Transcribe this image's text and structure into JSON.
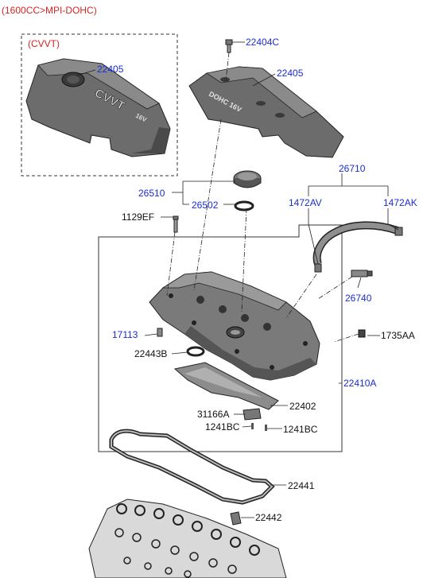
{
  "header": {
    "engine_spec": "(1600CC>MPI-DOHC)",
    "variant": "(CVVT)"
  },
  "cover_text": {
    "dohc": "DOHC 16V",
    "cvvt": "CVVT",
    "v16": "16V"
  },
  "colors": {
    "link_text": "#1a2bd6",
    "plain_text": "#111111",
    "header_text": "#d8231f"
  },
  "parts": {
    "cover_cvvt": "22405",
    "bolt_cover": "22404C",
    "cover_dohc": "22405",
    "breather_hose": "26710",
    "filler_cap_assy": "26510",
    "clamp_left": "1472AV",
    "clamp_right": "1472AK",
    "filler_gasket": "26502",
    "bolt_ef": "1129EF",
    "pcv_valve": "26740",
    "part_17113": "17113",
    "grommet": "1735AA",
    "seal_ring": "22443B",
    "cover_assy": "22410A",
    "baffle": "22402",
    "part_31166a": "31166A",
    "bolt_left": "1241BC",
    "bolt_right": "1241BC",
    "gasket": "22441",
    "plug_seal": "22442"
  }
}
